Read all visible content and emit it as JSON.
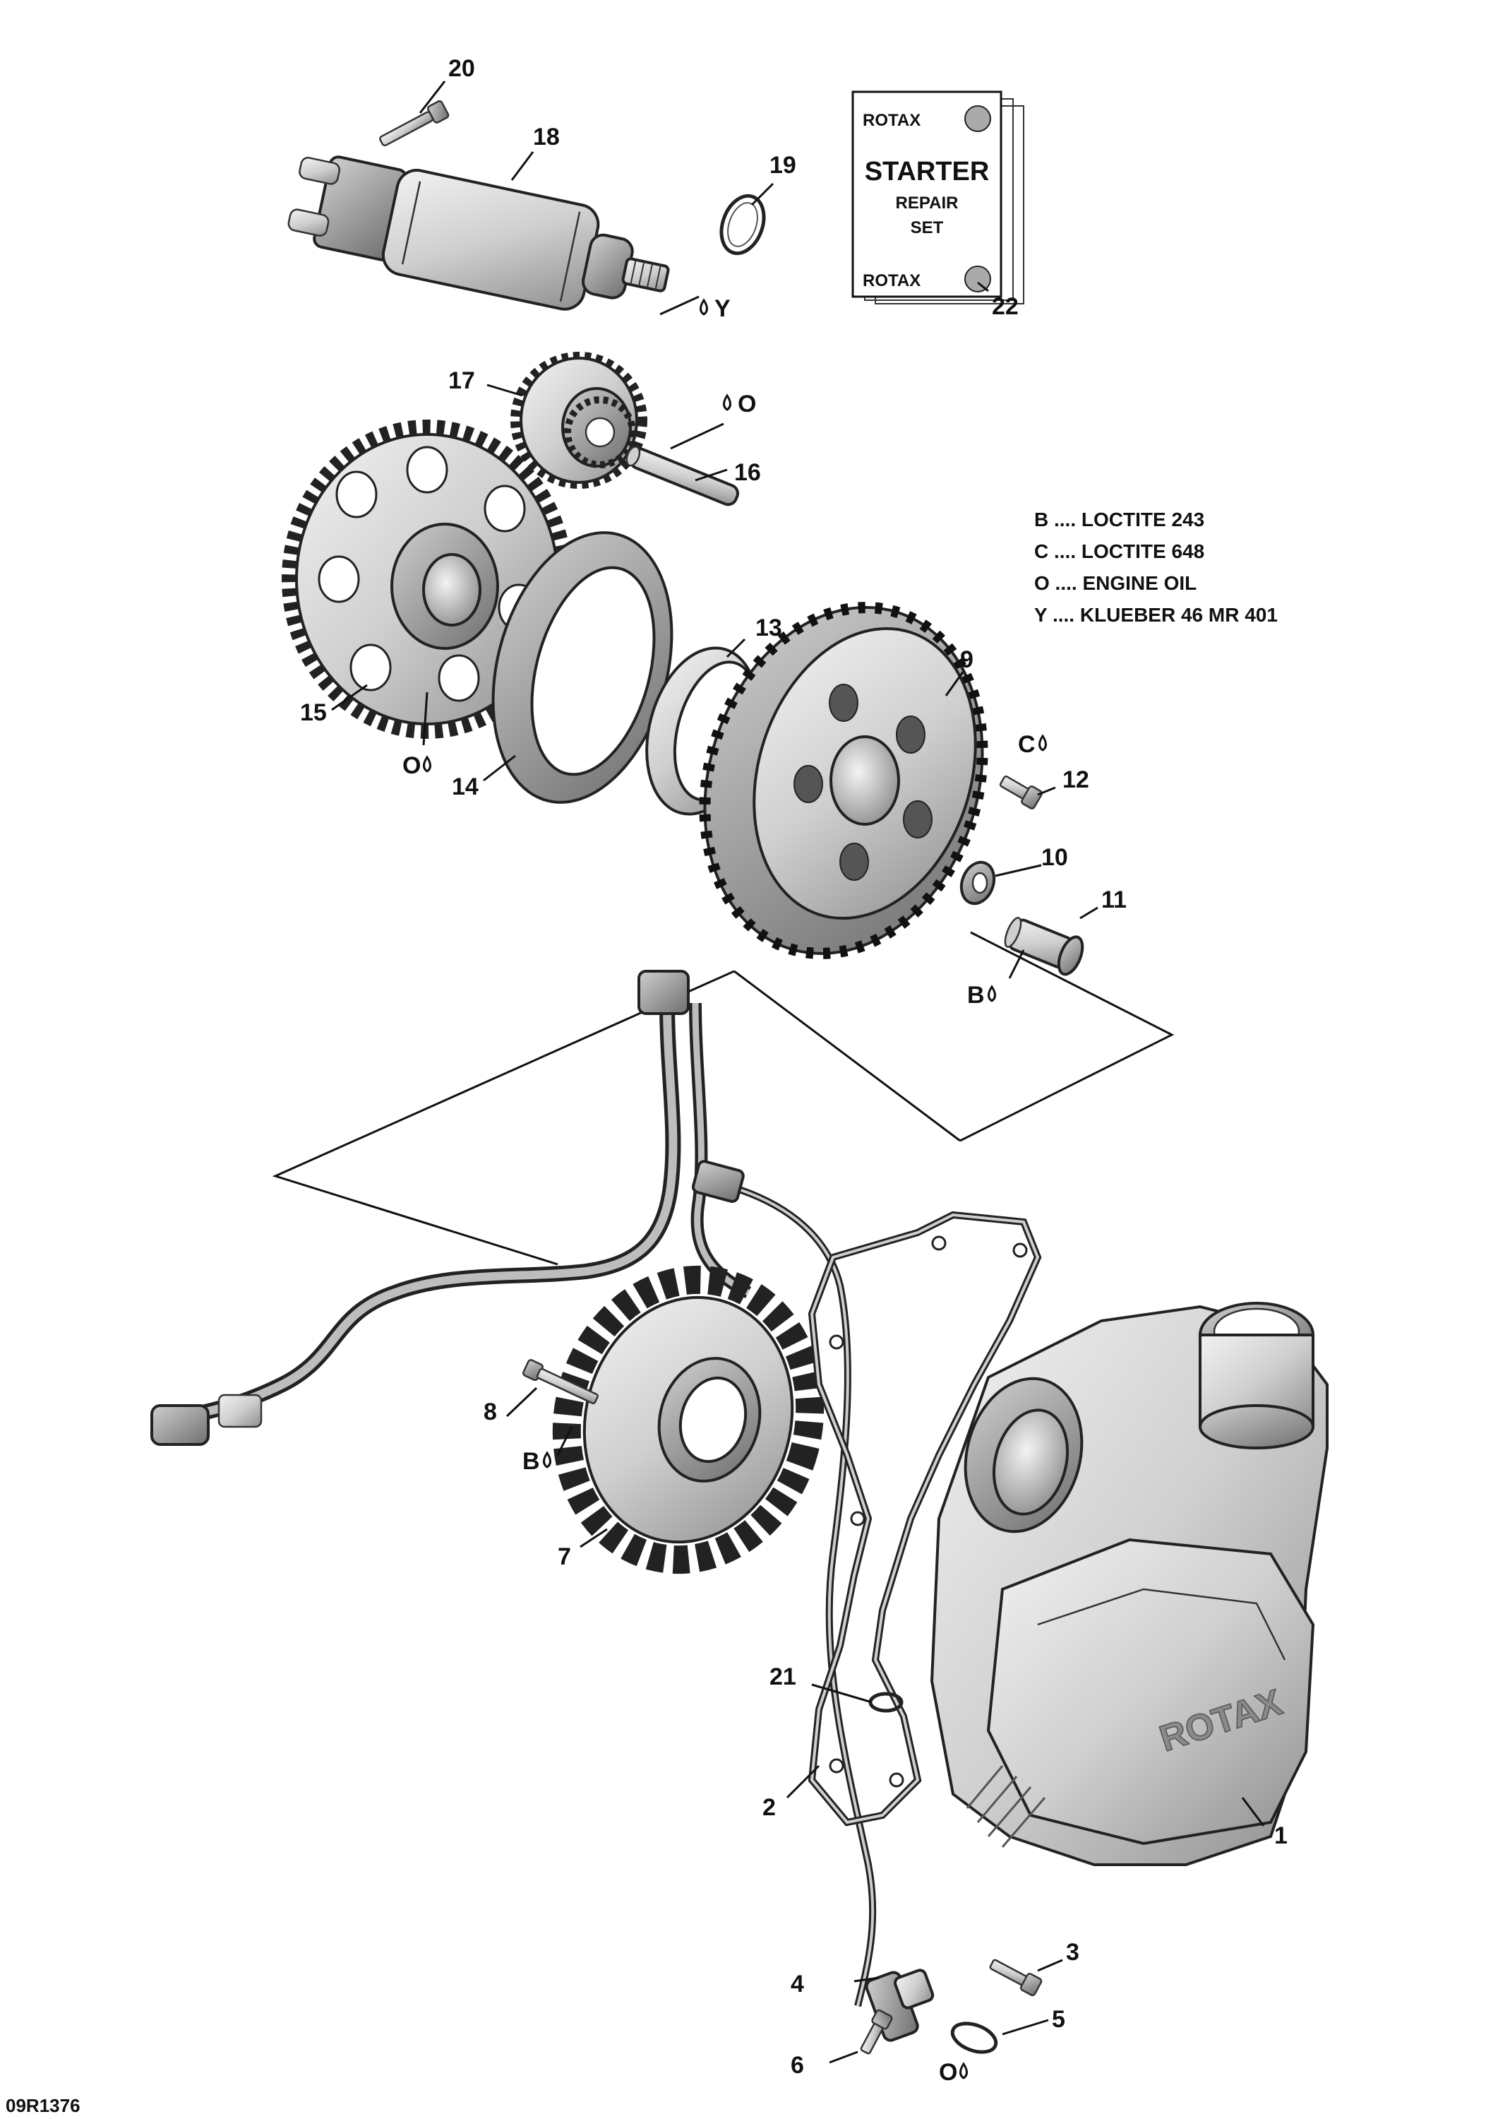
{
  "callouts": [
    "1",
    "2",
    "3",
    "4",
    "5",
    "6",
    "7",
    "8",
    "9",
    "10",
    "11",
    "12",
    "13",
    "14",
    "15",
    "16",
    "17",
    "18",
    "19",
    "20",
    "21",
    "22"
  ],
  "markers": {
    "y_starter": "Y",
    "o_shaft": "O",
    "o_gear": "O",
    "c_screw": "C",
    "b_bolt": "B",
    "b_stator": "B",
    "o_plug": "O"
  },
  "legend": [
    "B .... LOCTITE 243",
    "C .... LOCTITE 648",
    "O .... ENGINE OIL",
    "Y .... KLUEBER  46 MR 401"
  ],
  "kit_card": {
    "brand_top": "ROTAX",
    "title": "STARTER",
    "line2": "REPAIR",
    "line3": "SET",
    "brand_bottom": "ROTAX"
  },
  "drawing_code": "09R1376",
  "colors": {
    "ink": "#111111",
    "part_fill": "#d8d8d8",
    "part_dark": "#9a9a9a"
  }
}
